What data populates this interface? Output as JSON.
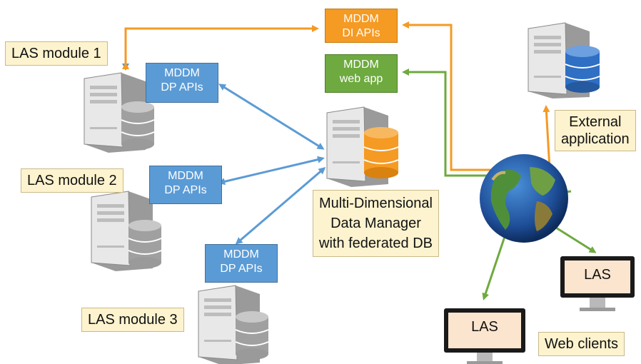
{
  "colors": {
    "orange": "#f59a23",
    "green": "#6eaa3f",
    "blue": "#5b9bd5",
    "label_bg": "#fdf3cf"
  },
  "labels": {
    "las_module_1": "LAS module 1",
    "las_module_2": "LAS module 2",
    "las_module_3": "LAS module 3",
    "external_application": [
      "External",
      "application"
    ],
    "mddm_manager": [
      "Multi-Dimensional",
      "Data Manager",
      "with federated DB"
    ],
    "web_clients": "Web clients"
  },
  "api_boxes": {
    "di_apis": [
      "MDDM",
      "DI APIs"
    ],
    "web_app": [
      "MDDM",
      "web app"
    ],
    "dp_apis_1": [
      "MDDM",
      "DP APIs"
    ],
    "dp_apis_2": [
      "MDDM",
      "DP APIs"
    ],
    "dp_apis_3": [
      "MDDM",
      "DP APIs"
    ]
  },
  "clients": {
    "las_left": "LAS",
    "las_right": "LAS"
  },
  "icons": [
    "server-icon",
    "database-icon",
    "globe-icon",
    "monitor-icon"
  ]
}
